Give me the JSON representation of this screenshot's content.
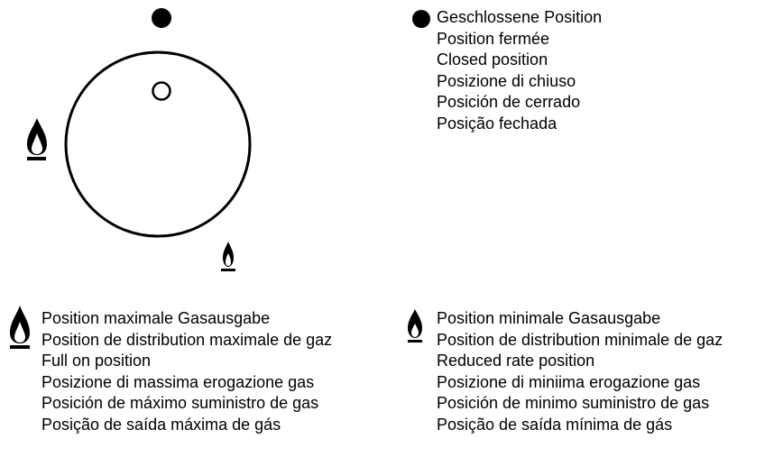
{
  "icons": {
    "closed": "filled-dot-icon",
    "max_flame": "large-flame-icon",
    "min_flame": "small-flame-icon",
    "knob_marker": "knob-indicator-dot-icon"
  },
  "colors": {
    "ink": "#000000",
    "background": "#ffffff"
  },
  "legends": {
    "closed": [
      "Geschlossene Position",
      "Position fermée",
      "Closed position",
      "Posizione di chiuso",
      "Posición de cerrado",
      "Posição fechada"
    ],
    "max": [
      "Position maximale Gasausgabe",
      "Position de distribution maximale de gaz",
      "Full on position",
      "Posizione di massima erogazione gas",
      "Posición de máximo suministro de gas",
      "Posição de saída máxima de gás"
    ],
    "min": [
      "Position minimale Gasausgabe",
      "Position de distribution minimale de gaz",
      "Reduced rate position",
      "Posizione di miniima erogazione gas",
      "Posición de minimo suministro de gas",
      "Posição de saída mínima de gás"
    ]
  }
}
